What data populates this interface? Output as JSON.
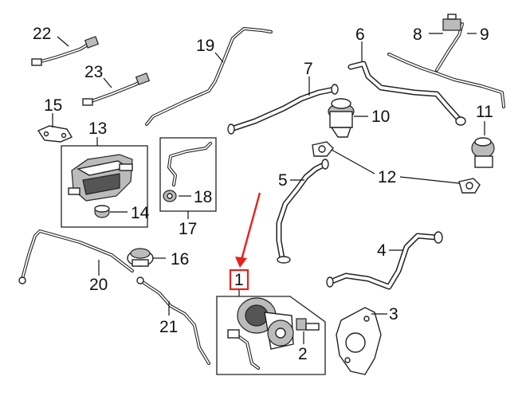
{
  "callouts": [
    {
      "id": "1",
      "label": "1"
    },
    {
      "id": "2",
      "label": "2"
    },
    {
      "id": "3",
      "label": "3"
    },
    {
      "id": "4",
      "label": "4"
    },
    {
      "id": "5",
      "label": "5"
    },
    {
      "id": "6",
      "label": "6"
    },
    {
      "id": "7",
      "label": "7"
    },
    {
      "id": "8",
      "label": "8"
    },
    {
      "id": "9",
      "label": "9"
    },
    {
      "id": "10",
      "label": "10"
    },
    {
      "id": "11",
      "label": "11"
    },
    {
      "id": "12",
      "label": "12"
    },
    {
      "id": "13",
      "label": "13"
    },
    {
      "id": "14",
      "label": "14"
    },
    {
      "id": "15",
      "label": "15"
    },
    {
      "id": "16",
      "label": "16"
    },
    {
      "id": "17",
      "label": "17"
    },
    {
      "id": "18",
      "label": "18"
    },
    {
      "id": "19",
      "label": "19"
    },
    {
      "id": "20",
      "label": "20"
    },
    {
      "id": "21",
      "label": "21"
    },
    {
      "id": "22",
      "label": "22"
    },
    {
      "id": "23",
      "label": "23"
    }
  ],
  "highlight": {
    "callout": "1",
    "color": "#e8211c"
  }
}
